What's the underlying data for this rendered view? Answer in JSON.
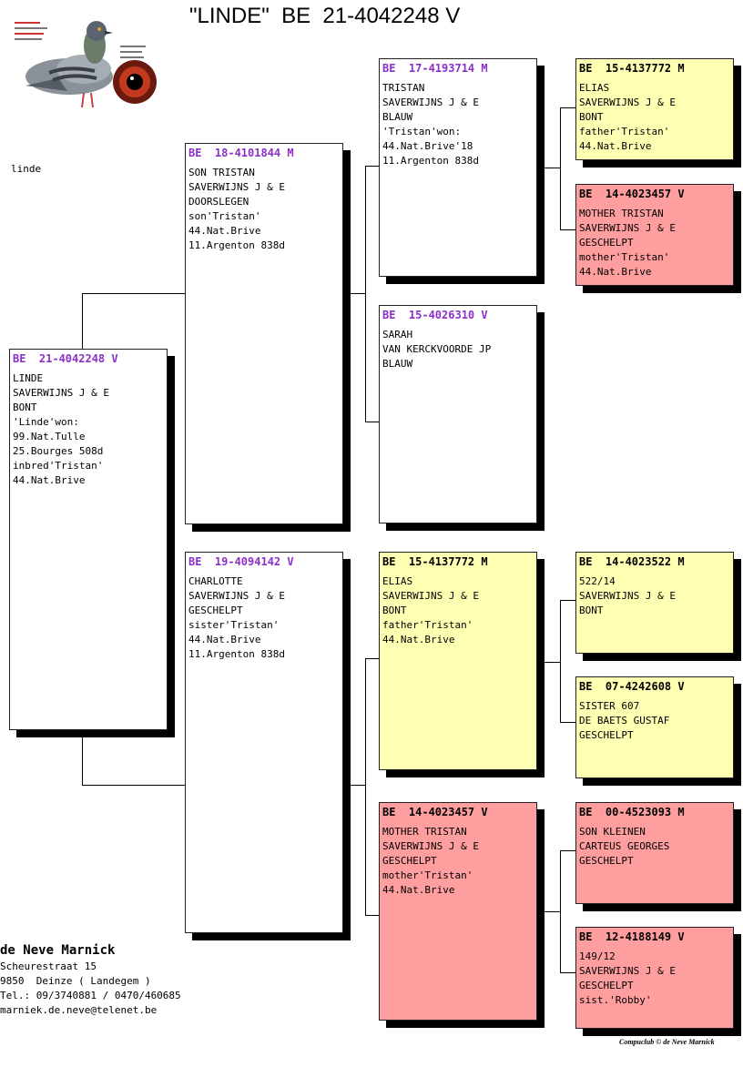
{
  "title": "\"LINDE\"  BE  21-4042248 V",
  "side_note": "linde",
  "pedigree": {
    "subject": {
      "ring": "BE  21-4042248 V",
      "lines": [
        "LINDE",
        "SAVERWIJNS J & E",
        "BONT",
        "'Linde'won:",
        "99.Nat.Tulle",
        "25.Bourges 508d",
        "inbred'Tristan'",
        "44.Nat.Brive"
      ]
    },
    "sire": {
      "ring": "BE  18-4101844 M",
      "lines": [
        "SON TRISTAN",
        "SAVERWIJNS J & E",
        "DOORSLEGEN",
        "son'Tristan'",
        "44.Nat.Brive",
        "11.Argenton 838d"
      ]
    },
    "dam": {
      "ring": "BE  19-4094142 V",
      "lines": [
        "CHARLOTTE",
        "SAVERWIJNS J & E",
        "GESCHELPT",
        "sister'Tristan'",
        "44.Nat.Brive",
        "11.Argenton 838d"
      ]
    },
    "ss": {
      "ring": "BE  17-4193714 M",
      "lines": [
        "TRISTAN",
        "SAVERWIJNS J & E",
        "BLAUW",
        "'Tristan'won:",
        "44.Nat.Brive'18",
        "11.Argenton 838d"
      ]
    },
    "sd": {
      "ring": "BE  15-4026310 V",
      "lines": [
        "SARAH",
        "VAN KERCKVOORDE JP",
        "BLAUW"
      ]
    },
    "ds": {
      "ring": "BE  15-4137772 M",
      "lines": [
        "ELIAS",
        "SAVERWIJNS J & E",
        "BONT",
        "father'Tristan'",
        "44.Nat.Brive"
      ]
    },
    "dd": {
      "ring": "BE  14-4023457 V",
      "lines": [
        "MOTHER TRISTAN",
        "SAVERWIJNS J & E",
        "GESCHELPT",
        "mother'Tristan'",
        "44.Nat.Brive"
      ]
    },
    "sss": {
      "ring": "BE  15-4137772 M",
      "lines": [
        "ELIAS",
        "SAVERWIJNS J & E",
        "BONT",
        "father'Tristan'",
        "44.Nat.Brive"
      ]
    },
    "ssd": {
      "ring": "BE  14-4023457 V",
      "lines": [
        "MOTHER TRISTAN",
        "SAVERWIJNS J & E",
        "GESCHELPT",
        "mother'Tristan'",
        "44.Nat.Brive"
      ]
    },
    "dss": {
      "ring": "BE  14-4023522 M",
      "lines": [
        "522/14",
        "SAVERWIJNS J & E",
        "BONT"
      ]
    },
    "dsd": {
      "ring": "BE  07-4242608 V",
      "lines": [
        "SISTER 607",
        "DE BAETS GUSTAF",
        "GESCHELPT"
      ]
    },
    "dds": {
      "ring": "BE  00-4523093 M",
      "lines": [
        "SON KLEINEN",
        "CARTEUS GEORGES",
        "GESCHELPT"
      ]
    },
    "ddd": {
      "ring": "BE  12-4188149 V",
      "lines": [
        "149/12",
        "SAVERWIJNS J & E",
        "GESCHELPT",
        "sist.'Robby'"
      ]
    }
  },
  "owner": {
    "name": "de Neve Marnick",
    "street": "Scheurestraat 15",
    "city": "9850  Deinze ( Landegem )",
    "tel": "Tel.: 09/3740881 / 0470/460685",
    "email": "marniek.de.neve@telenet.be"
  },
  "footer": "Compuclub © de Neve Marnick",
  "colors": {
    "ring_purple": "#8b2fc9",
    "yellow_box": "#ffffb4",
    "pink_box": "#ff9e9e"
  }
}
